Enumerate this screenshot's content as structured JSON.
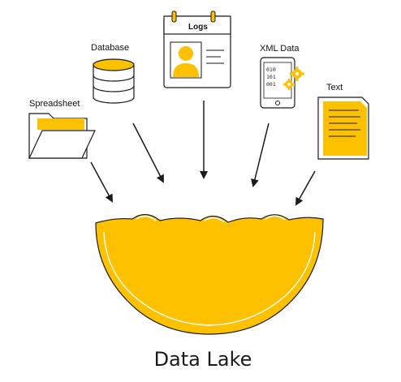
{
  "colors": {
    "accent": "#FDC100",
    "stroke": "#1a1a1a",
    "paper": "#ffffff"
  },
  "sources": [
    {
      "id": "spreadsheet",
      "label": "Spreadsheet",
      "icon": "folder-icon"
    },
    {
      "id": "database",
      "label": "Database",
      "icon": "database-icon"
    },
    {
      "id": "logs",
      "label": "Logs",
      "icon": "id-card-icon"
    },
    {
      "id": "xml",
      "label": "XML Data",
      "icon": "tablet-gears-icon",
      "binary_lines": [
        "010",
        "101",
        "001"
      ]
    },
    {
      "id": "text",
      "label": "Text",
      "icon": "document-icon"
    }
  ],
  "target": {
    "label": "Data Lake",
    "icon": "water-bowl-icon"
  }
}
